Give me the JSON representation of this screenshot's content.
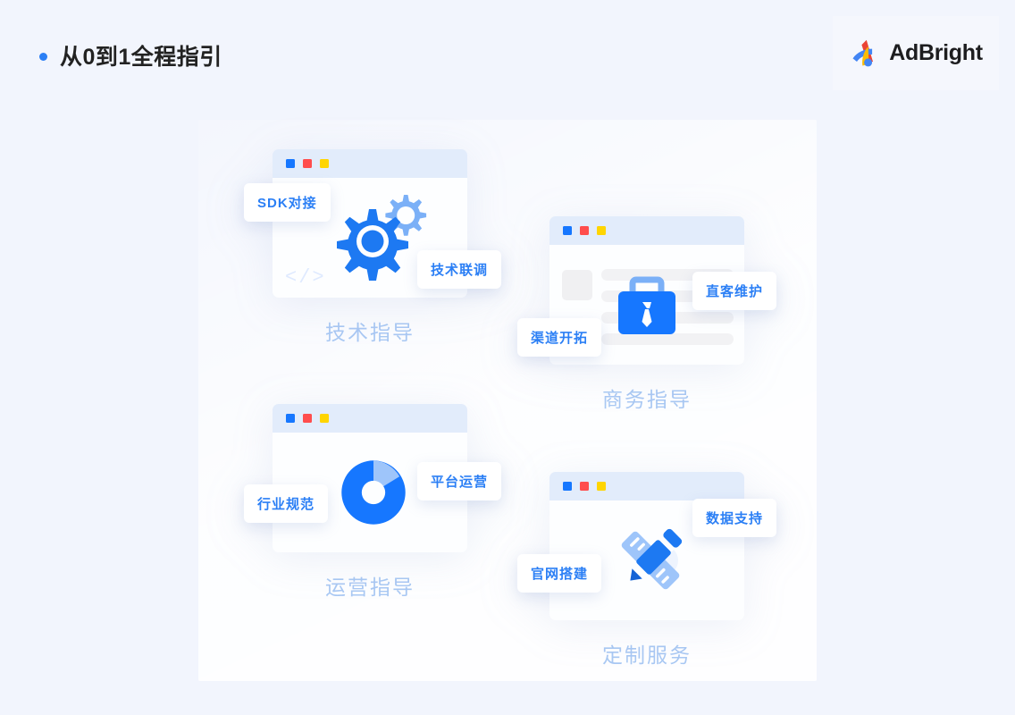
{
  "header": {
    "title": "从0到1全程指引",
    "bullet_color": "#2b7ff5"
  },
  "brand": {
    "name": "AdBright",
    "mark_colors": [
      "#ea4335",
      "#4285f4",
      "#fbbc05"
    ]
  },
  "theme": {
    "page_background": "#f2f5fd",
    "primary_blue": "#1677ff",
    "tag_text": "#2b7ff5",
    "caption_blue": "#a9c8f3",
    "chrome_bar": "#e2ecfb",
    "dot_blue": "#1677ff",
    "dot_red": "#ff4d4d",
    "dot_yellow": "#ffd500"
  },
  "cards": [
    {
      "id": "tech",
      "caption": "技术指导",
      "icon": "gears-icon",
      "code_glyph": "</>",
      "tags": [
        {
          "label": "SDK对接",
          "position": "left"
        },
        {
          "label": "技术联调",
          "position": "right"
        }
      ]
    },
    {
      "id": "business",
      "caption": "商务指导",
      "icon": "briefcase-tie-icon",
      "tags": [
        {
          "label": "渠道开拓",
          "position": "left"
        },
        {
          "label": "直客维护",
          "position": "right"
        }
      ]
    },
    {
      "id": "ops",
      "caption": "运营指导",
      "icon": "donut-chart-icon",
      "tags": [
        {
          "label": "行业规范",
          "position": "left"
        },
        {
          "label": "平台运营",
          "position": "right"
        }
      ]
    },
    {
      "id": "custom",
      "caption": "定制服务",
      "icon": "pencil-ruler-icon",
      "tags": [
        {
          "label": "官网搭建",
          "position": "left"
        },
        {
          "label": "数据支持",
          "position": "right"
        }
      ]
    }
  ]
}
